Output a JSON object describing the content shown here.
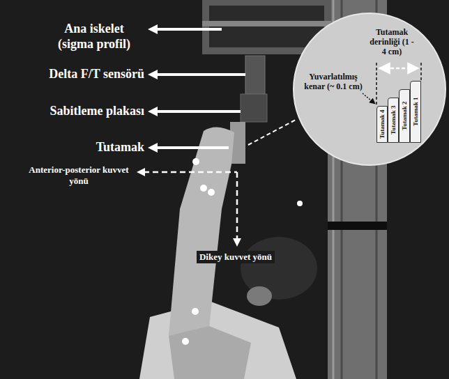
{
  "diagram": {
    "nodes": [
      {
        "text": [
          "Tutamak derinliği (1 - 4 cm)",
          "Yuvarlatılmış kenar (~ 0.1 cm)"
        ]
      },
      {
        "text": [
          "Tutamak 4"
        ],
        "in": 0
      },
      {
        "text": [
          "Tutamak 3"
        ],
        "in": 0
      },
      {
        "text": [
          "Tutamak 2"
        ],
        "in": 0
      },
      {
        "text": [
          "Tutamak 1"
        ],
        "in": 0
      }
    ],
    "labels": [
      "Ana iskelet (sigma profil)",
      "Delta F/T sensörü",
      "Sabitleme plakası",
      "Tutamak",
      "Anterior-posterior kuvvet yönü",
      "Dikey kuvvet yönü"
    ]
  }
}
